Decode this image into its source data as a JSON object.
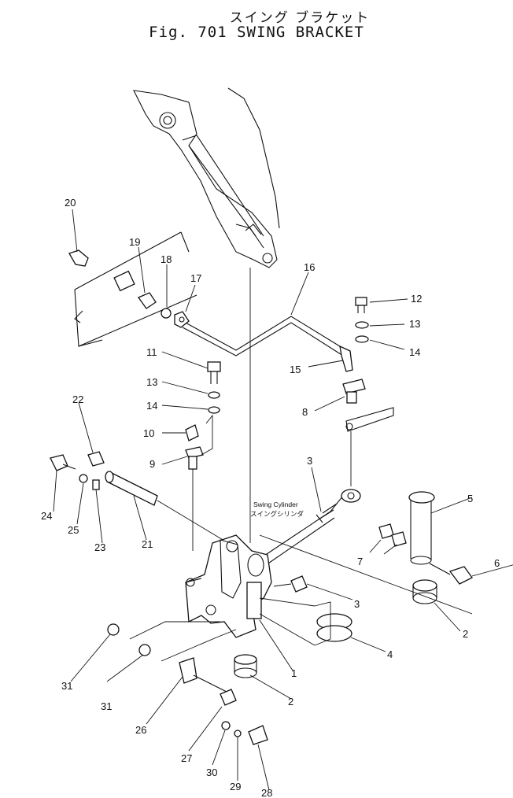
{
  "title": {
    "japanese": "スイング ブラケット",
    "english": "Fig. 701 SWING BRACKET"
  },
  "annotation": {
    "english": "Swing Cylinder",
    "japanese": "スイングシリンダ"
  },
  "callouts": {
    "c1": "1",
    "c2a": "2",
    "c2b": "2",
    "c3a": "3",
    "c3b": "3",
    "c4": "4",
    "c6": "6",
    "c5": "5",
    "c7": "7",
    "c8": "8",
    "c9": "9",
    "c10": "10",
    "c11": "11",
    "c12": "12",
    "c13a": "13",
    "c13b": "13",
    "c14a": "14",
    "c14b": "14",
    "c15": "15",
    "c16": "16",
    "c17": "17",
    "c18": "18",
    "c19": "19",
    "c20": "20",
    "c21": "21",
    "c22": "22",
    "c23": "23",
    "c24": "24",
    "c25": "25",
    "c26": "26",
    "c27": "27",
    "c28": "28",
    "c29": "29",
    "c30": "30",
    "c31a": "31",
    "c31b": "31"
  }
}
